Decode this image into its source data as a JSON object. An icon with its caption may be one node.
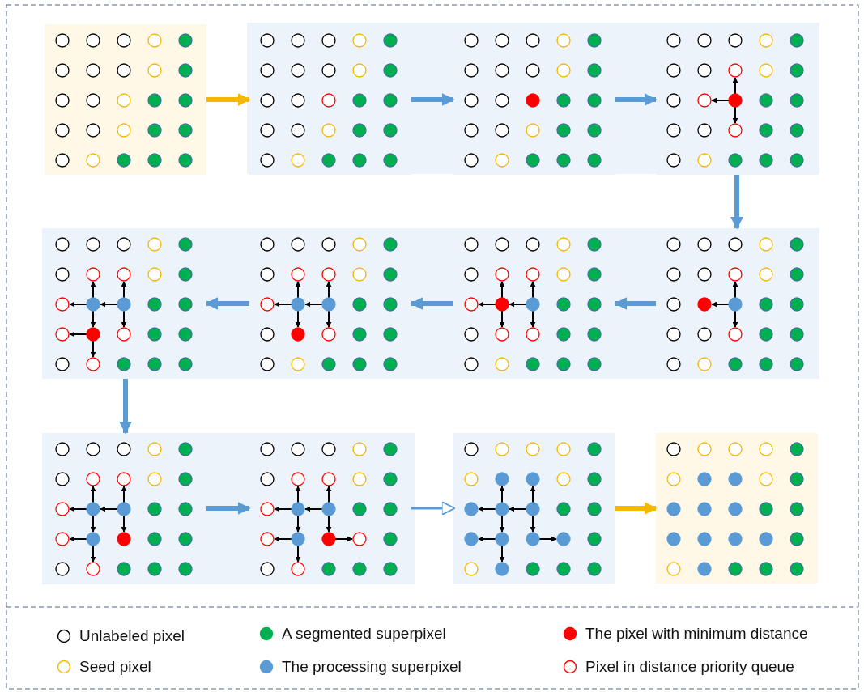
{
  "diagram": {
    "nodes": [
      {
        "text": [],
        "shape": "box"
      },
      {
        "text": [],
        "shape": "box"
      },
      {
        "text": [],
        "shape": "box"
      },
      {
        "text": [],
        "shape": "box"
      },
      {
        "text": [],
        "shape": "box"
      },
      {
        "text": [],
        "shape": "box"
      },
      {
        "text": [],
        "shape": "box"
      },
      {
        "text": [],
        "shape": "box"
      },
      {
        "text": [],
        "shape": "box"
      },
      {
        "text": [],
        "shape": "box"
      },
      {
        "text": [],
        "shape": "box"
      },
      {
        "text": [],
        "shape": "box"
      }
    ],
    "edges": [
      {
        "from": 0,
        "to": 1,
        "arrow": "to",
        "color": "#f5b800"
      },
      {
        "from": 1,
        "to": 2,
        "arrow": "to"
      },
      {
        "from": 2,
        "to": 3,
        "arrow": "to"
      },
      {
        "from": 3,
        "to": 4,
        "arrow": "to"
      },
      {
        "from": 4,
        "to": 5,
        "arrow": "to"
      },
      {
        "from": 5,
        "to": 6,
        "arrow": "to"
      },
      {
        "from": 6,
        "to": 7,
        "arrow": "to"
      },
      {
        "from": 7,
        "to": 8,
        "arrow": "to"
      },
      {
        "from": 8,
        "to": 9,
        "arrow": "to"
      },
      {
        "from": 9,
        "to": 10,
        "arrow": "to"
      },
      {
        "from": 10,
        "to": 11,
        "arrow": "to",
        "color": "#f5b800"
      }
    ],
    "legend": [
      {
        "text": "Unlabeled pixel"
      },
      {
        "text": "A segmented superpixel",
        "color": "#00b050"
      },
      {
        "text": "The pixel with minimum distance",
        "color": "#ff0000"
      },
      {
        "text": "Seed pixel"
      },
      {
        "text": "The processing superpixel",
        "color": "#5b9bd5"
      },
      {
        "text": "Pixel in distance priority queue"
      }
    ]
  }
}
